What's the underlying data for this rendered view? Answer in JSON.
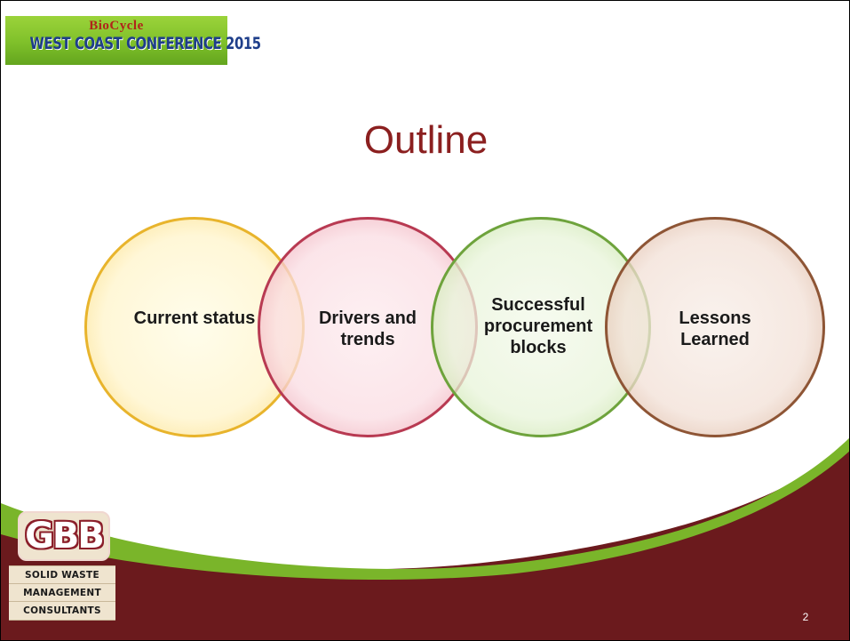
{
  "conference_logo": {
    "brand": "BioCycle",
    "name": "WEST COAST CONFERENCE 2015"
  },
  "title": "Outline",
  "circles": [
    {
      "label": "Current status",
      "color": "#e8b42c"
    },
    {
      "label": "Drivers and trends",
      "color": "#b83a52"
    },
    {
      "label": "Successful procurement blocks",
      "color": "#6ea33c"
    },
    {
      "label": "Lessons Learned",
      "color": "#8e5535"
    }
  ],
  "company_logo": {
    "mark": "GBB",
    "tagline": [
      "SOLID WASTE",
      "MANAGEMENT",
      "CONSULTANTS"
    ]
  },
  "page_number": "2",
  "colors": {
    "title": "#8b1f1f",
    "swoosh_dark": "#6b1a1d",
    "swoosh_green": "#7ab52a"
  }
}
